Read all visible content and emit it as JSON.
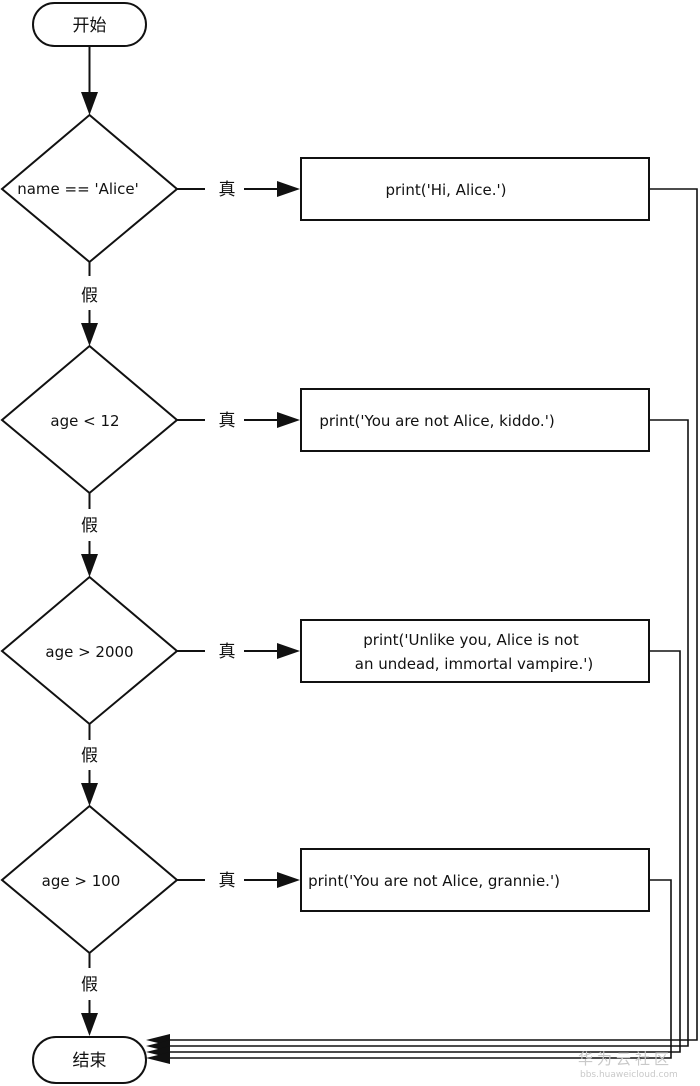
{
  "flowchart": {
    "start": "开始",
    "end": "结束",
    "true_label": "真",
    "false_label": "假",
    "conditions": [
      "name == 'Alice'",
      "age < 12",
      "age > 2000",
      "age > 100"
    ],
    "actions": [
      [
        "print('Hi, Alice.')"
      ],
      [
        "print('You are not Alice, kiddo.')"
      ],
      [
        "print('Unlike you, Alice is not",
        "an undead, immortal vampire.')"
      ],
      [
        "print('You are not Alice, grannie.')"
      ]
    ]
  },
  "watermark": {
    "text": "华为云社区",
    "url": "bbs.huaweicloud.com"
  }
}
